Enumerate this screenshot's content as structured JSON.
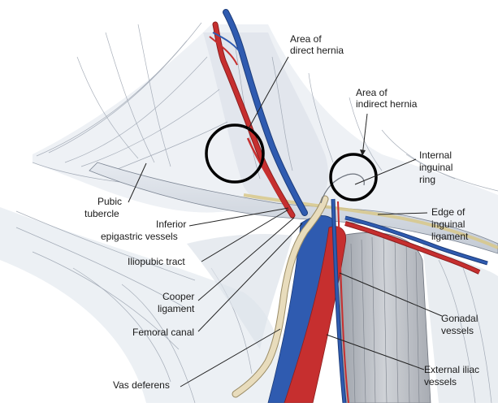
{
  "labels": {
    "direct_hernia": [
      "Area of",
      "direct hernia"
    ],
    "indirect_hernia": [
      "Area of",
      "indirect hernia"
    ],
    "internal_ring": [
      "Internal",
      "inguinal",
      "ring"
    ],
    "pubic_tubercle": [
      "Pubic",
      "tubercle"
    ],
    "inferior_epigastric": [
      "Inferior",
      "epigastric vessels"
    ],
    "edge_inguinal_ligament": [
      "Edge of",
      "inguinal",
      "ligament"
    ],
    "iliopubic_tract": [
      "Iliopubic tract"
    ],
    "cooper_ligament": [
      "Cooper",
      "ligament"
    ],
    "femoral_canal": [
      "Femoral canal"
    ],
    "gonadal_vessels": [
      "Gonadal",
      "vessels"
    ],
    "external_iliac": [
      "External iliac",
      "vessels"
    ],
    "vas_deferens": [
      "Vas deferens"
    ]
  },
  "colors": {
    "artery": "#c62f2f",
    "vein": "#2f5bb0",
    "vas_deferens": "#e8dcbc",
    "tissue": "#c9cfd8",
    "line": "#222222"
  }
}
